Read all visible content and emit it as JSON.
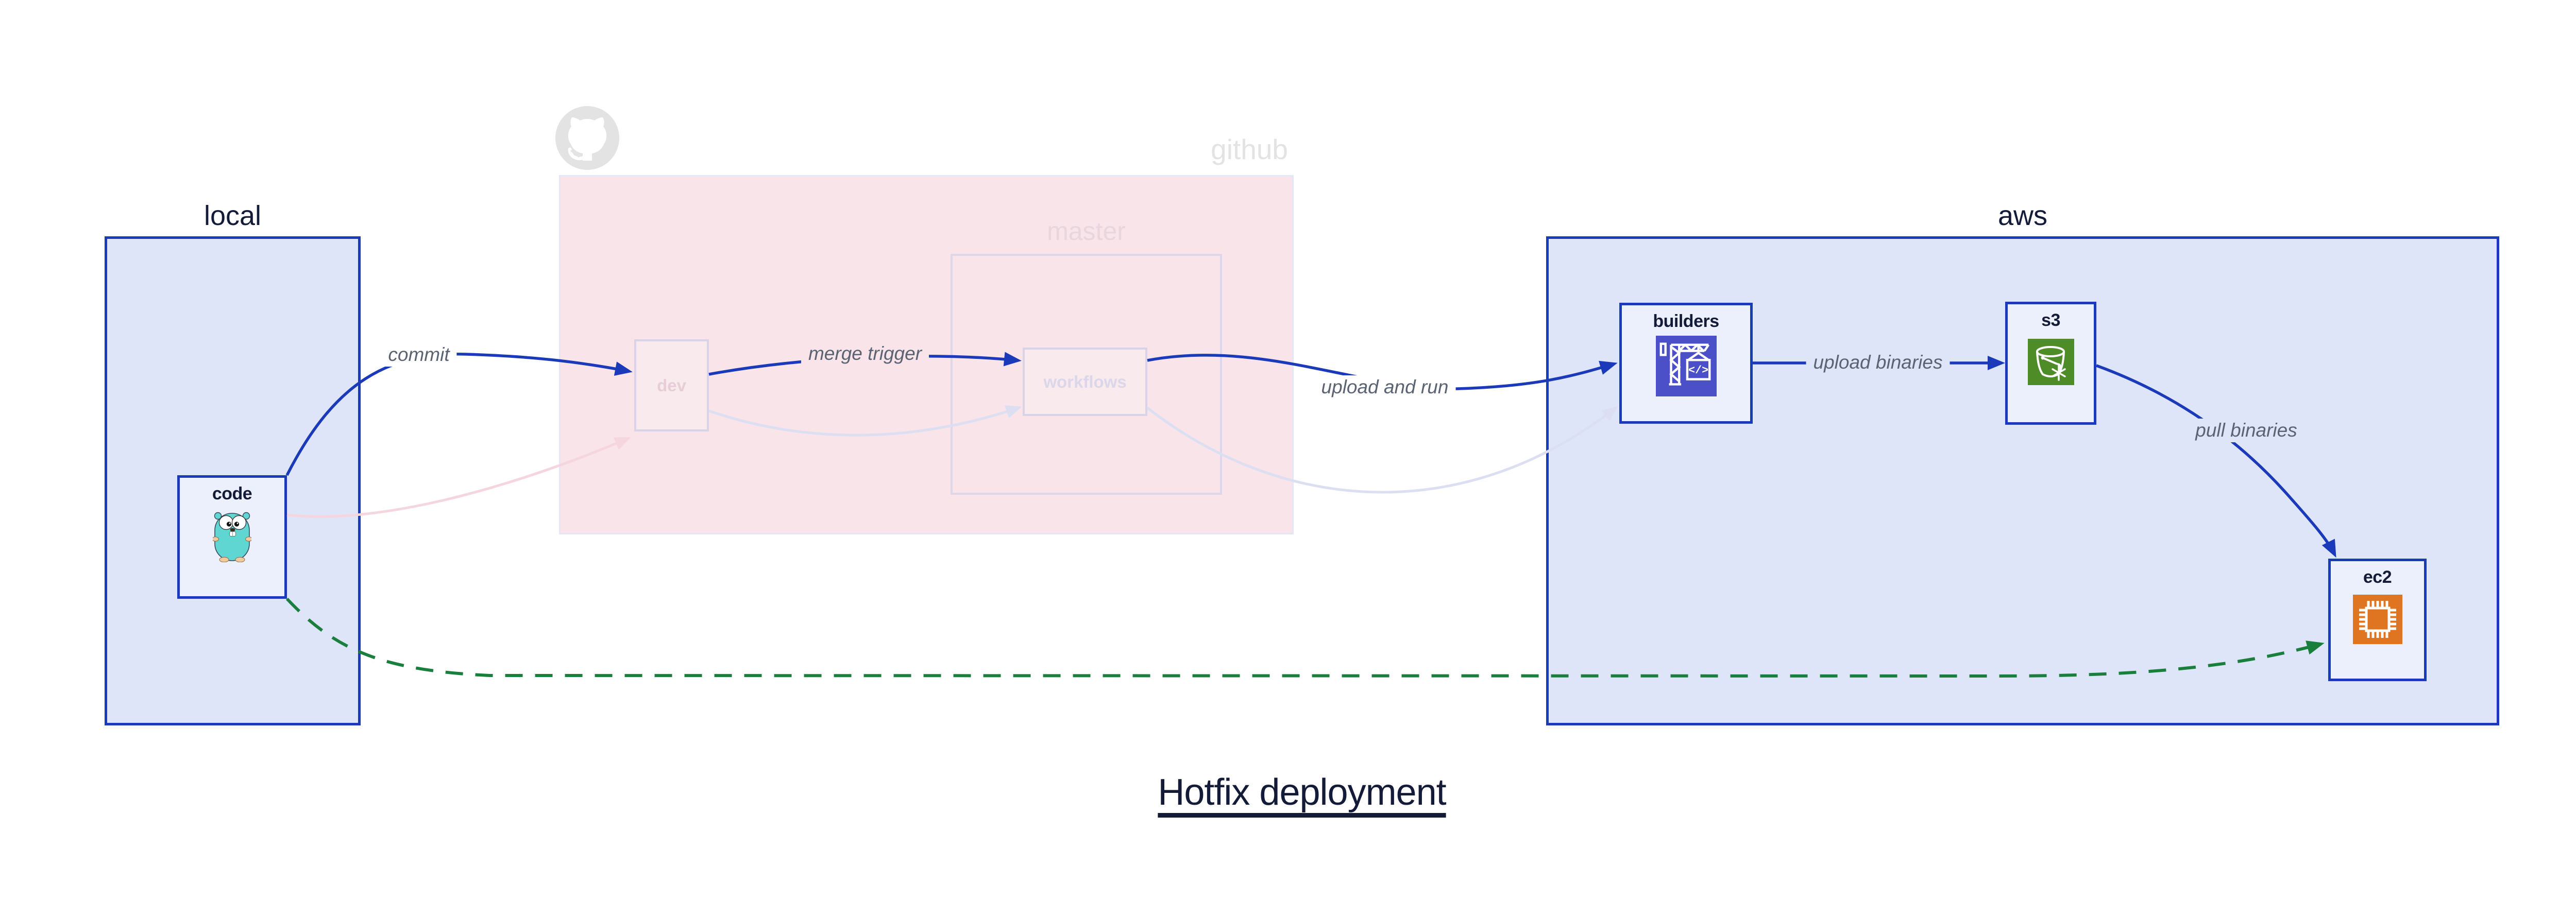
{
  "title": "Hotfix deployment",
  "groups": {
    "local": {
      "label": "local"
    },
    "github": {
      "label": "github",
      "master": {
        "label": "master"
      }
    },
    "aws": {
      "label": "aws"
    }
  },
  "nodes": {
    "code": {
      "label": "code",
      "icon": "go-gopher-icon"
    },
    "dev": {
      "label": "dev"
    },
    "workflows": {
      "label": "workflows"
    },
    "builders": {
      "label": "builders",
      "icon": "aws-codebuild-icon"
    },
    "s3": {
      "label": "s3",
      "icon": "aws-s3-bucket-icon"
    },
    "ec2": {
      "label": "ec2",
      "icon": "aws-ec2-chip-icon"
    }
  },
  "edges": {
    "commit": {
      "label": "commit",
      "style": "solid-navy"
    },
    "merge_trigger": {
      "label": "merge trigger",
      "style": "solid-navy"
    },
    "upload_and_run": {
      "label": "upload and run",
      "style": "solid-navy"
    },
    "upload_binaries": {
      "label": "upload binaries",
      "style": "solid-navy"
    },
    "pull_binaries": {
      "label": "pull binaries",
      "style": "solid-navy"
    },
    "code_to_dev_faded": {
      "label": "",
      "style": "faded-pink"
    },
    "dev_to_workflows_faded": {
      "label": "",
      "style": "faded-lavender"
    },
    "workflows_to_builders_faded": {
      "label": "",
      "style": "faded-lavender"
    },
    "code_to_ec2_hotfix": {
      "label": "",
      "style": "dashed-green"
    }
  },
  "colors": {
    "navy": "#1b3ab9",
    "group-fill": "#dfe5f8",
    "node-fill": "#ecf0fc",
    "pink": "#f8e4e9",
    "pink-border": "#e4e8f6",
    "faded-border": "#d9d3e7",
    "master-border": "#ddd7e9",
    "faded-lavender": "#dcdef2",
    "faded-pink": "#f6d6de",
    "green": "#1a7f3c",
    "edge-label": "#5b6372",
    "dark-text": "#141b38",
    "grey-logo": "#e3e3e3",
    "master-text": "#e8d6df",
    "dev-text": "#e6cdd8",
    "workflows-text": "#dbd6ea",
    "codebuild-purple": "#4b50c9",
    "s3-green": "#4d8c27",
    "ec2-orange": "#df7421",
    "gopher-teal": "#5fd6d2",
    "gopher-tan": "#f0c9a0"
  }
}
